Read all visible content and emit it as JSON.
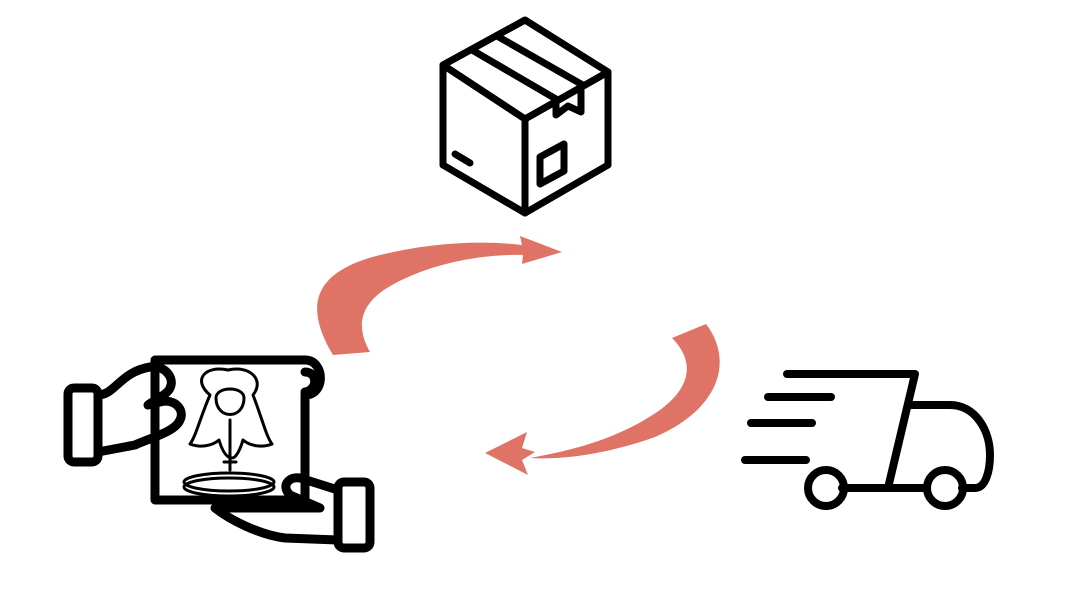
{
  "diagram": {
    "type": "cycle",
    "nodes": [
      {
        "id": "box",
        "icon": "package-box-icon"
      },
      {
        "id": "truck",
        "icon": "delivery-truck-icon"
      },
      {
        "id": "product",
        "icon": "hands-holding-framed-product-icon"
      }
    ],
    "edges": [
      {
        "from": "product",
        "to": "box",
        "icon": "curved-arrow-icon"
      },
      {
        "from": "box",
        "to": "truck",
        "icon": "curved-arc-icon"
      },
      {
        "from": "truck",
        "to": "product",
        "icon": "curved-arrow-icon"
      }
    ]
  },
  "colors": {
    "background": "#ffffff",
    "icon_stroke": "#000000",
    "arrow": "#df7366"
  }
}
